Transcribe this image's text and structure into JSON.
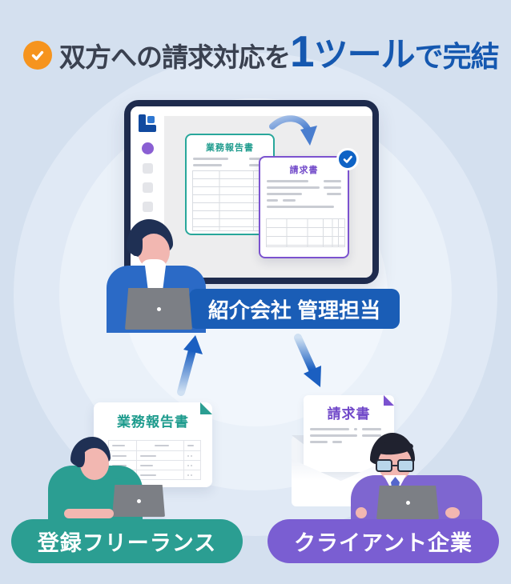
{
  "header": {
    "icon": "check-circle-icon",
    "prefix": "双方への請求対応を",
    "highlight_number": "1",
    "highlight_word": "ツール",
    "suffix": "で完結"
  },
  "monitor": {
    "report_title": "業務報告書",
    "invoice_title": "請求書",
    "approved_badge_icon": "check-badge-icon"
  },
  "admin": {
    "label": "紹介会社 管理担当"
  },
  "freelancer": {
    "doc_title": "業務報告書",
    "label": "登録フリーランス"
  },
  "client": {
    "doc_title": "請求書",
    "label": "クライアント企業"
  },
  "colors": {
    "background": "#d4e0ef",
    "title_dark": "#3a4150",
    "accent_blue": "#1558b0",
    "orange": "#f6941e",
    "monitor_navy": "#1e2b4d",
    "teal": "#2b9e92",
    "purple": "#7a5ed2",
    "badge_blue": "#0f63c5",
    "label_blue": "#1a5db6",
    "arrow_blue": "#1b5fc1"
  }
}
